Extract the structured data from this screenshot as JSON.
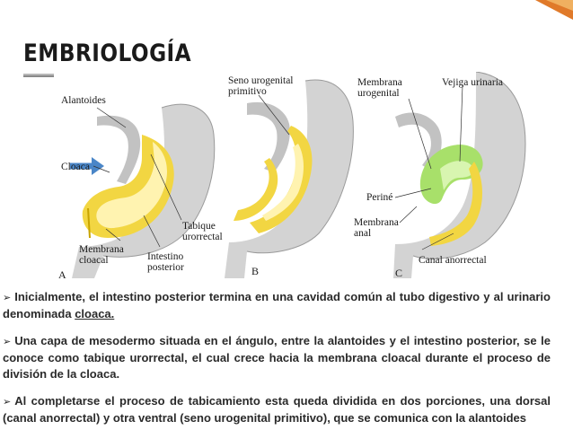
{
  "slide": {
    "title": "EMBRIOLOGÍA",
    "colors": {
      "accent_arrow": "#4a86c8",
      "yellow_tissue": "#f2d642",
      "green_bladder": "#a8e06a",
      "grey_tissue": "#c9c9c9"
    },
    "figure": {
      "labels": {
        "alantoides": "Alantoides",
        "cloaca": "Cloaca",
        "tabique_line1": "Tabique",
        "tabique_line2": "urorrectal",
        "membrana_cloacal_line1": "Membrana",
        "membrana_cloacal_line2": "cloacal",
        "intestino_line1": "Intestino",
        "intestino_line2": "posterior",
        "panel_a": "A",
        "seno_line1": "Seno urogenital",
        "seno_line2": "primitivo",
        "panel_b": "B",
        "membrana_uro_line1": "Membrana",
        "membrana_uro_line2": "urogenital",
        "vejiga": "Vejiga urinaria",
        "perine": "Periné",
        "membrana_anal_line1": "Membrana",
        "membrana_anal_line2": "anal",
        "canal": "Canal anorrectal",
        "panel_c": "C"
      }
    },
    "bullets": [
      {
        "text_before": "Inicialmente, el intestino posterior termina en una cavidad común al tubo digestivo y al urinario denominada ",
        "underlined": "cloaca.",
        "text_after": ""
      },
      {
        "text_before": "Una capa de mesodermo situada en el ángulo, entre la alantoides y el intestino posterior, se le conoce como tabique urorrectal, el cual crece hacia la membrana cloacal durante el proceso de división de la cloaca.",
        "underlined": "",
        "text_after": ""
      },
      {
        "text_before": "Al completarse el proceso de tabicamiento esta queda dividida en dos porciones, una dorsal (canal anorrectal) y otra ventral (seno urogenital primitivo), que se comunica con la alantoides",
        "underlined": "",
        "text_after": ""
      }
    ]
  }
}
